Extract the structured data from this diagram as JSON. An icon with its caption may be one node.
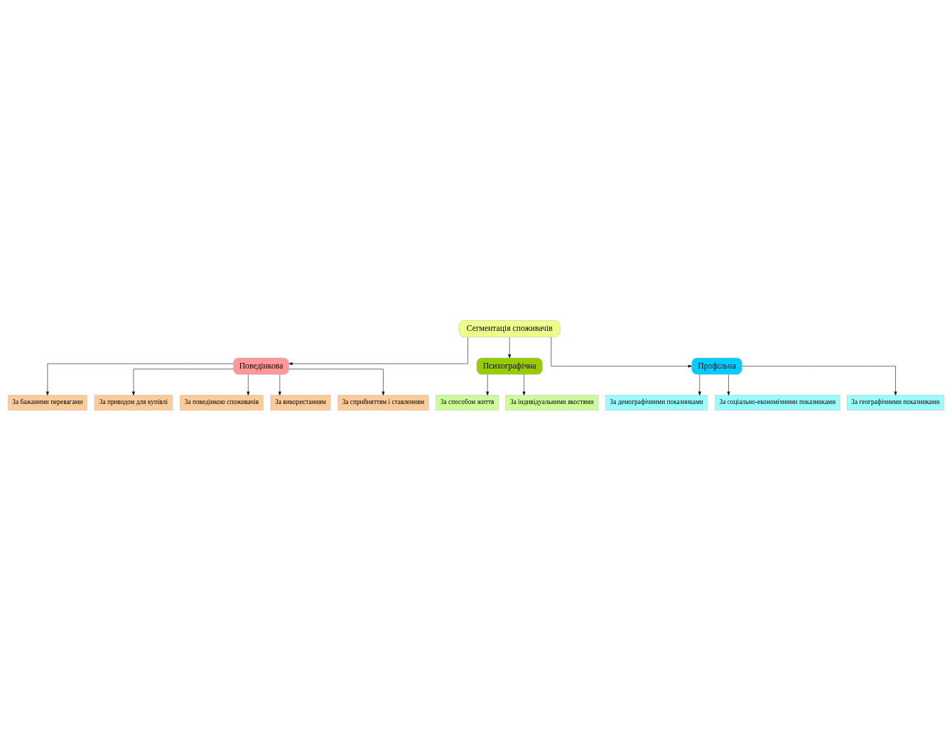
{
  "diagram": {
    "nodes": [
      {
        "text": [
          "Сегментація споживачів"
        ]
      },
      {
        "text": [
          "Поведінкова"
        ]
      },
      {
        "text": [
          "Психографічна"
        ]
      },
      {
        "text": [
          "Профільна"
        ]
      },
      {
        "text": [
          "За бажаними перевагами"
        ]
      },
      {
        "text": [
          "За приводом для купівлі"
        ]
      },
      {
        "text": [
          "За поведінкою споживачів"
        ]
      },
      {
        "text": [
          "За використанням"
        ]
      },
      {
        "text": [
          "За сприйняттям і ставленням"
        ]
      },
      {
        "text": [
          "За способом життя"
        ]
      },
      {
        "text": [
          "За індивідуальними якостями"
        ]
      },
      {
        "text": [
          "За демографічними показниками"
        ]
      },
      {
        "text": [
          "За соціально-економічними показниками"
        ]
      },
      {
        "text": [
          "За географічними показниками"
        ]
      }
    ],
    "edges": [
      {
        "from": 0,
        "to": 1,
        "arrow": "to"
      },
      {
        "from": 0,
        "to": 2,
        "arrow": "to"
      },
      {
        "from": 0,
        "to": 3,
        "arrow": "to"
      },
      {
        "from": 1,
        "to": 4,
        "arrow": "to"
      },
      {
        "from": 1,
        "to": 5,
        "arrow": "to"
      },
      {
        "from": 1,
        "to": 6,
        "arrow": "to"
      },
      {
        "from": 1,
        "to": 7,
        "arrow": "to"
      },
      {
        "from": 1,
        "to": 8,
        "arrow": "to"
      },
      {
        "from": 2,
        "to": 9,
        "arrow": "to"
      },
      {
        "from": 2,
        "to": 10,
        "arrow": "to"
      },
      {
        "from": 3,
        "to": 11,
        "arrow": "to"
      },
      {
        "from": 3,
        "to": 12,
        "arrow": "to"
      },
      {
        "from": 3,
        "to": 13,
        "arrow": "to"
      }
    ]
  }
}
